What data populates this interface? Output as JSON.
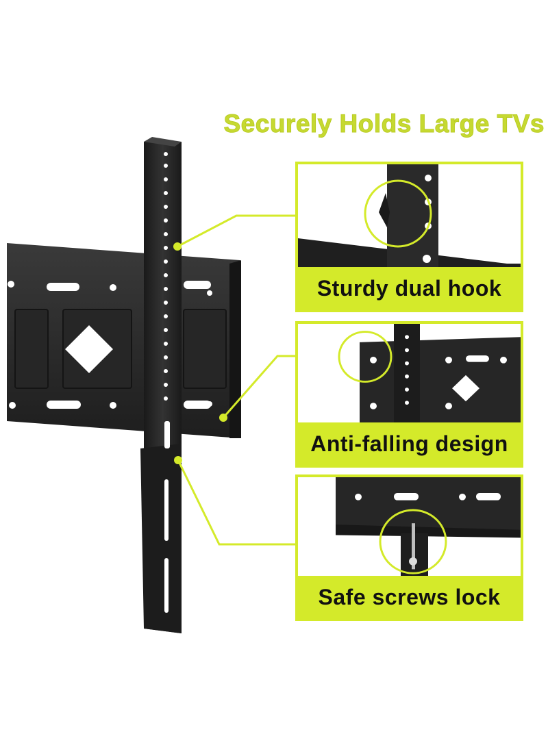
{
  "headline": "Securely Holds Large TVs",
  "features": [
    {
      "label": "Sturdy dual hook"
    },
    {
      "label": "Anti-falling design"
    },
    {
      "label": "Safe screws lock"
    }
  ],
  "colors": {
    "accent": "#d4ea2a",
    "headline": "#c6d931",
    "metal": "#2b2b2b",
    "metal_dark": "#1a1a1a",
    "background": "#ffffff"
  },
  "icons": [
    "highlight-circle-icon",
    "callout-connector-icon",
    "vesa-diamond-cutout-icon"
  ]
}
